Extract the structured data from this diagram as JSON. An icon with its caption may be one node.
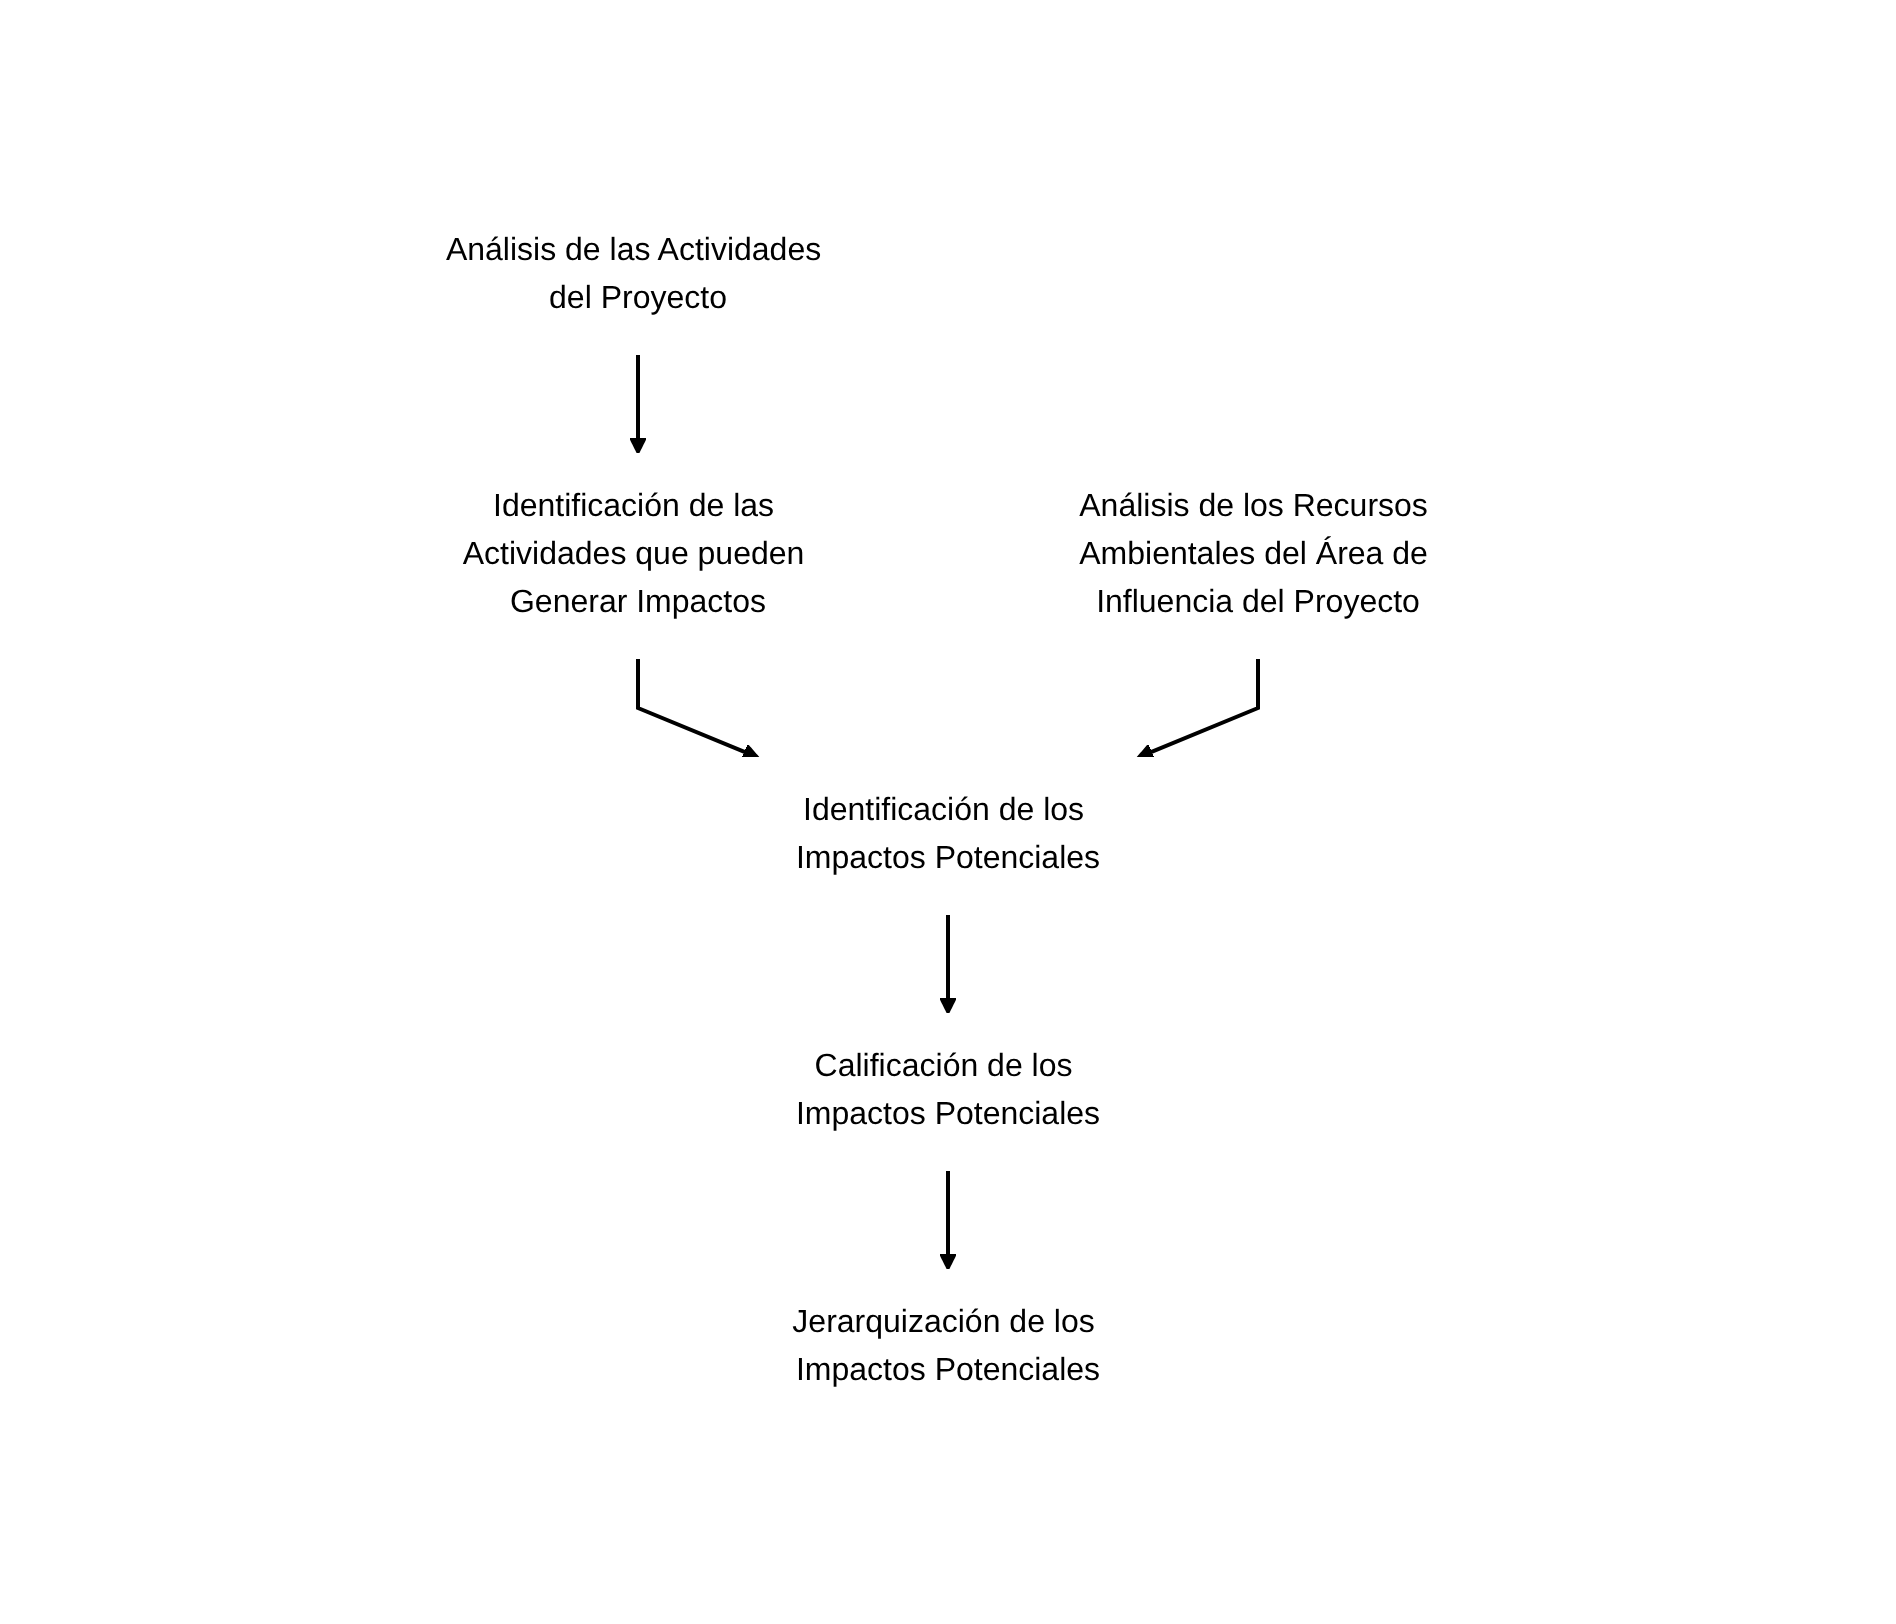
{
  "diagram": {
    "nodes": [
      {
        "text": [
          "Análisis de las Actividades del Proyecto"
        ]
      },
      {
        "text": [
          "Análisis de los Recursos Ambientales del Área de Influencia del Proyecto"
        ]
      },
      {
        "text": [
          "Identificación de las Actividades que pueden Generar Impactos"
        ]
      },
      {
        "text": [
          "Identificación de los Impactos Potenciales"
        ]
      },
      {
        "text": [
          "Calificación de los Impactos Potenciales"
        ]
      },
      {
        "text": [
          "Jerarquización de los Impactos Potenciales"
        ]
      }
    ],
    "edges": [
      {
        "from": 0,
        "to": 2,
        "arrow": "to"
      },
      {
        "from": 2,
        "to": 3,
        "arrow": "to"
      },
      {
        "from": 1,
        "to": 3,
        "arrow": "to"
      },
      {
        "from": 3,
        "to": 4,
        "arrow": "to"
      },
      {
        "from": 4,
        "to": 5,
        "arrow": "to"
      }
    ]
  }
}
